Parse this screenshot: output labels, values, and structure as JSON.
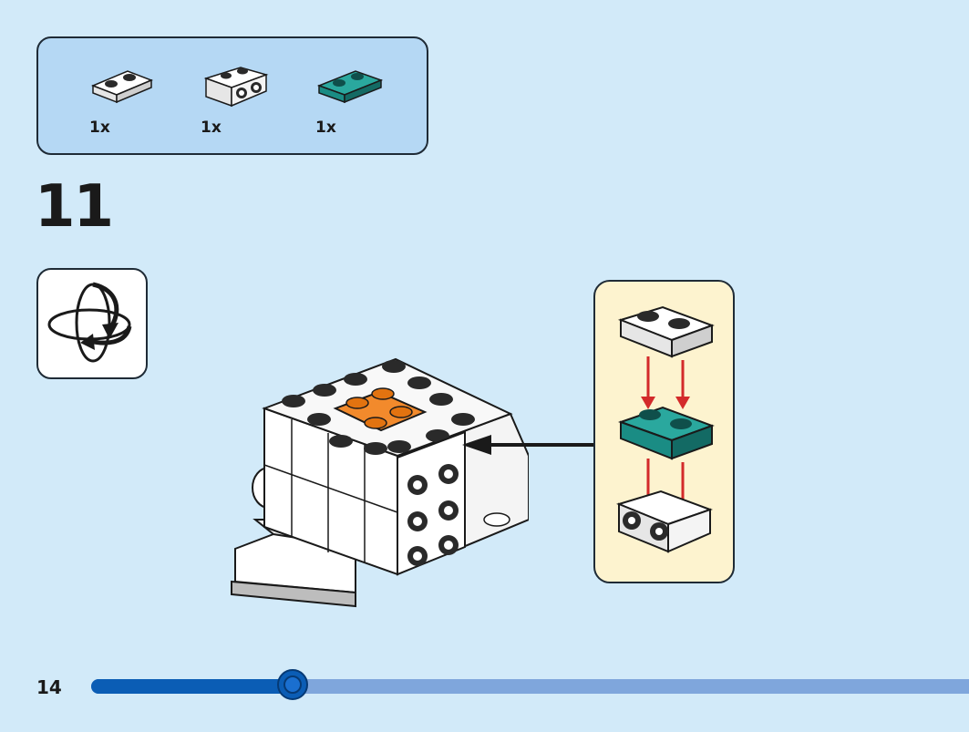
{
  "parts_list": {
    "items": [
      {
        "name": "white-plate-1x2",
        "qty": "1x",
        "color": "#ffffff"
      },
      {
        "name": "white-bracket-plate-1x2",
        "qty": "1x",
        "color": "#ffffff"
      },
      {
        "name": "teal-plate-1x2",
        "qty": "1x",
        "color": "#1a8c84"
      }
    ]
  },
  "step": {
    "number": "11"
  },
  "icons": {
    "rotate": "rotate-model-icon",
    "arrow": "placement-arrow-icon"
  },
  "colors": {
    "background": "#d2eaf9",
    "parts_box": "#b5d8f4",
    "callout": "#fdf3cf",
    "orange": "#f28a2c",
    "teal": "#1a8c84",
    "red_arrow": "#d32a2a",
    "progress_fill": "#0b5db5",
    "progress_track": "#7fa6dc"
  },
  "footer": {
    "page_number": "14",
    "progress_fraction": 0.23
  }
}
